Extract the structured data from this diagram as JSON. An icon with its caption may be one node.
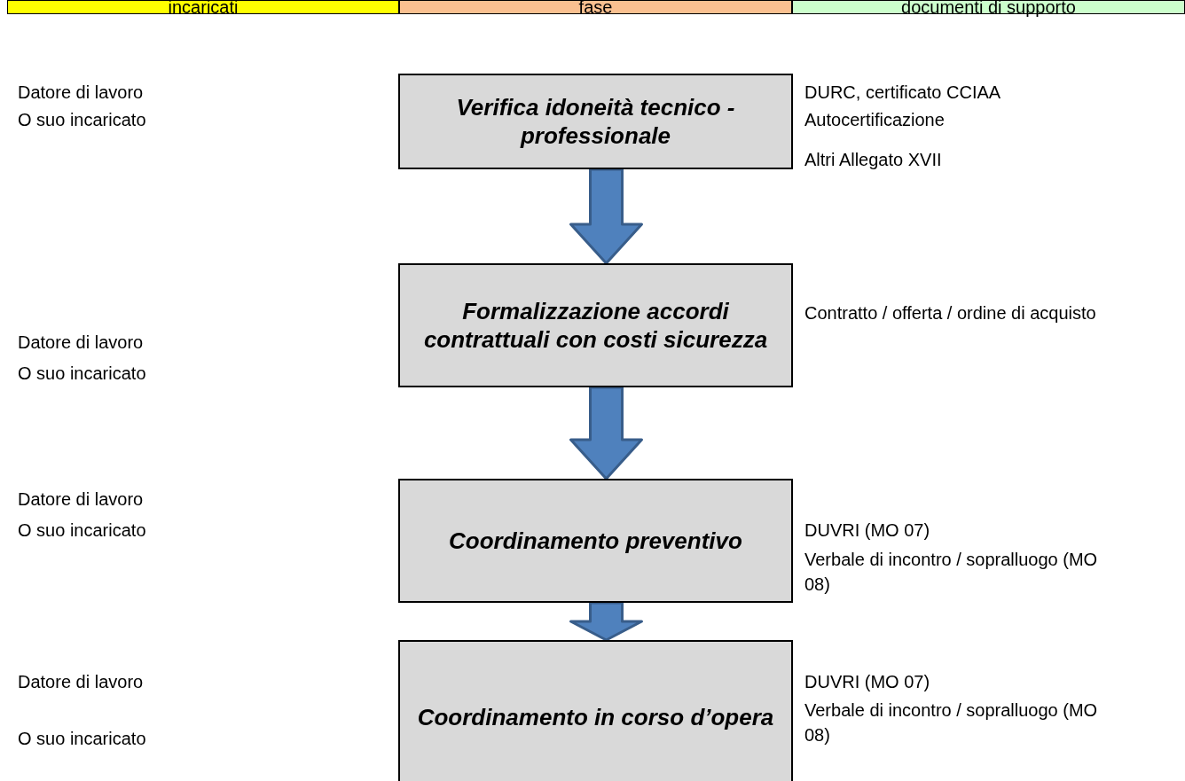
{
  "diagram": {
    "nodes": [
      {
        "text": [
          "incaricati"
        ]
      },
      {
        "text": [
          "fase"
        ]
      },
      {
        "text": [
          "documenti di supporto"
        ]
      },
      {
        "text": [
          "Verifica idoneità tecnico - professionale"
        ]
      },
      {
        "text": [
          "Formalizzazione accordi contrattuali con costi sicurezza"
        ]
      },
      {
        "text": [
          "Coordinamento preventivo"
        ]
      },
      {
        "text": [
          "Coordinamento in corso d’opera"
        ]
      }
    ],
    "edges": [
      {
        "from": 3,
        "to": 4,
        "arrow": "to"
      },
      {
        "from": 4,
        "to": 5,
        "arrow": "to"
      },
      {
        "from": 5,
        "to": 6,
        "arrow": "to"
      }
    ],
    "labels": [
      "Datore di lavoro",
      "O suo incaricato",
      "DURC, certificato CCIAA",
      "Autocertificazione",
      "Altri Allegato XVII",
      "Contratto / offerta / ordine di acquisto",
      "Datore di lavoro",
      "O suo incaricato",
      "Datore di lavoro",
      "O suo incaricato",
      "DUVRI (MO 07)",
      "Verbale di incontro / sopralluogo (MO 08)",
      "Datore di lavoro",
      "DUVRI (MO 07)",
      "Verbale di incontro / sopralluogo (MO 08)",
      "O suo incaricato"
    ]
  }
}
